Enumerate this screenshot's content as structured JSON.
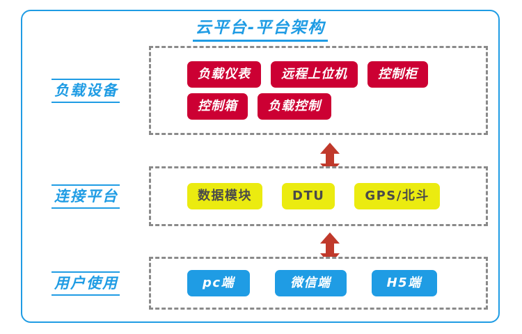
{
  "diagram": {
    "title": "云平台-平台架构",
    "accent_blue": "#1f9ce4",
    "chip_red": "#cc0033",
    "chip_yellow": "#ebeb10",
    "chip_blue": "#1f9ce4",
    "group_border": "#8a8a8a",
    "arrow_color": "#c0392b",
    "layers": [
      {
        "label": "负载设备",
        "chips": [
          "负载仪表",
          "远程上位机",
          "控制柜",
          "控制箱",
          "负载控制"
        ]
      },
      {
        "label": "连接平台",
        "chips": [
          "数据模块",
          "DTU",
          "GPS/北斗"
        ]
      },
      {
        "label": "用户使用",
        "chips": [
          "pc端",
          "微信端",
          "H5端"
        ]
      }
    ],
    "connectors": [
      {
        "name": "double-arrow-vertical"
      },
      {
        "name": "double-arrow-vertical"
      }
    ]
  }
}
